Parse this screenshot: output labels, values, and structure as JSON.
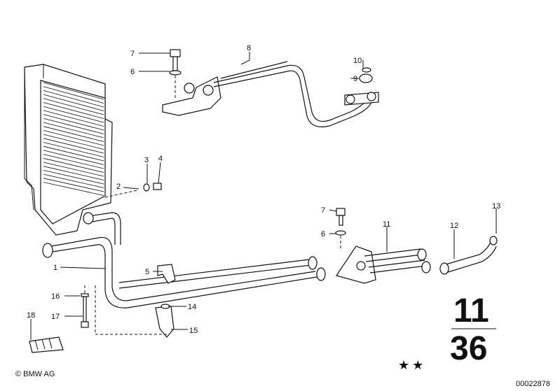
{
  "callouts": {
    "c1": "1",
    "c2": "2",
    "c3": "3",
    "c4": "4",
    "c5": "5",
    "c6a": "6",
    "c6b": "6",
    "c7a": "7",
    "c7b": "7",
    "c8": "8",
    "c9": "9",
    "c10": "10",
    "c11": "11",
    "c12": "12",
    "c13": "13",
    "c14": "14",
    "c15": "15",
    "c16": "16",
    "c17": "17",
    "c18": "18"
  },
  "group": {
    "top": "11",
    "bottom": "36"
  },
  "stars": "★★",
  "copyright": "© BMW AG",
  "diagram_id": "00022878"
}
